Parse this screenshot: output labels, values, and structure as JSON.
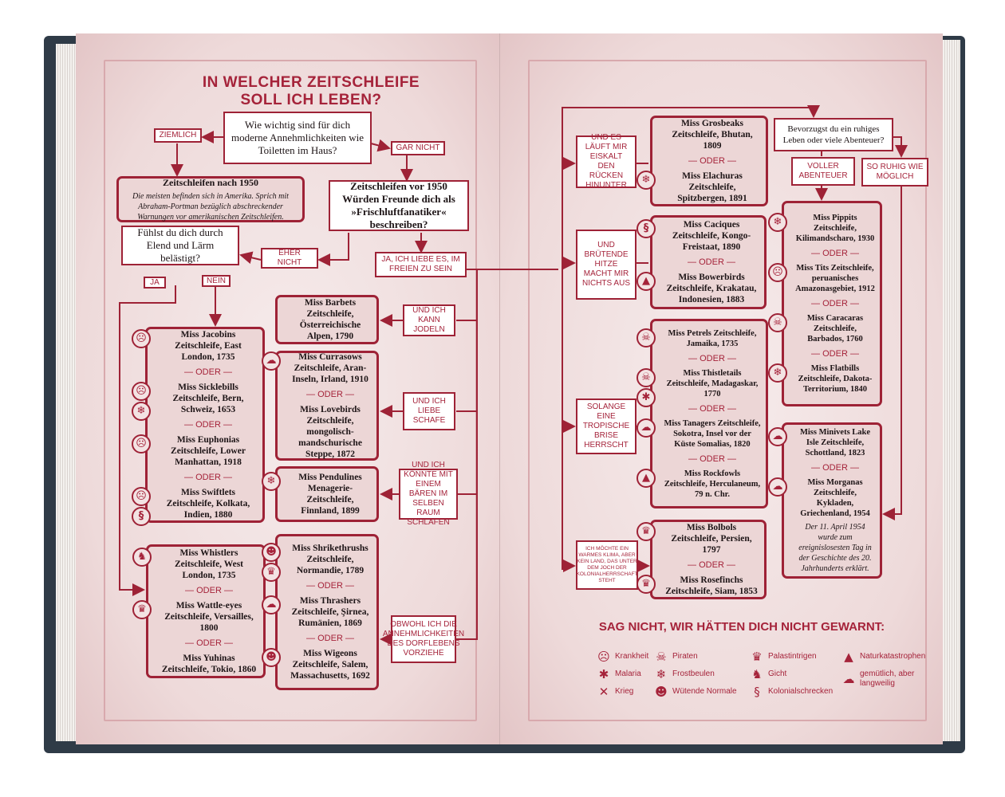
{
  "title": "IN WELCHER ZEITSCHLEIFE SOLL ICH LEBEN?",
  "oder": "— ODER —",
  "left_page": {
    "q1": "Wie wichtig sind für dich moderne Annehmlichkeiten wie Toiletten im Haus?",
    "ziemlich": "Ziemlich",
    "gar_nicht": "Gar nicht",
    "after1950": {
      "title": "Zeitschleifen nach 1950",
      "text": "Die meisten befinden sich in Amerika. Sprich mit Abraham-Portman bezüglich abschreckender Warnungen vor amerikanischen Zeitschleifen."
    },
    "q2": "Zeitschleifen vor 1950 Würden Freunde dich als »Frischluftfanatiker« beschreiben?",
    "eher_nicht": "Eher nicht",
    "ja_liebe": "Ja, ich liebe es, im Freien zu sein",
    "q3": "Fühlst du dich durch Elend und Lärm belästigt?",
    "ja": "Ja",
    "nein": "Nein",
    "jodeln": "Und ich kann jodeln",
    "schafe": "Und ich liebe Schafe",
    "baeren": "Und ich könnte mit einem Bären im selben Raum schlafen",
    "dorf": "Obwohl ich die Annehmlichkeiten des Dorflebens vorziehe",
    "destinations": [
      [
        {
          "text": "Miss Jacobins Zeitschleife, East London, 1735",
          "icons": [
            "krankheit"
          ]
        },
        {
          "text": "Miss Sicklebills Zeitschleife, Bern, Schweiz, 1653",
          "icons": [
            "krankheit",
            "frostbeulen"
          ]
        },
        {
          "text": "Miss Euphonias Zeitschleife, Lower Manhattan, 1918",
          "icons": [
            "krankheit"
          ]
        },
        {
          "text": "Miss Swiftlets Zeitschleife, Kolkata, Indien, 1880",
          "icons": [
            "krankheit",
            "kolonialschrecken"
          ]
        }
      ],
      [
        {
          "text": "Miss Barbets Zeitschleife, Österreichische Alpen, 1790",
          "icons": []
        }
      ],
      [
        {
          "text": "Miss Currasows Zeitschleife, Aran-Inseln, Irland, 1910",
          "icons": [
            "gemuetlich"
          ]
        },
        {
          "text": "Miss Lovebirds Zeitschleife, mongolisch-mandschurische Steppe, 1872",
          "icons": []
        }
      ],
      [
        {
          "text": "Miss Pendulines Menagerie-Zeitschleife, Finnland, 1899",
          "icons": [
            "frostbeulen"
          ]
        }
      ],
      [
        {
          "text": "Miss Whistlers Zeitschleife, West London, 1735",
          "icons": [
            "gicht"
          ]
        },
        {
          "text": "Miss Wattle-eyes Zeitschleife, Versailles, 1800",
          "icons": [
            "palastintrigen"
          ]
        },
        {
          "text": "Miss Yuhinas Zeitschleife, Tokio, 1860",
          "icons": []
        }
      ],
      [
        {
          "text": "Miss Shrikethrushs Zeitschleife, Normandie, 1789",
          "icons": [
            "wuetende",
            "palastintrigen"
          ]
        },
        {
          "text": "Miss Thrashers Zeitschleife, Şirnea, Rumänien, 1869",
          "icons": [
            "gemuetlich"
          ]
        },
        {
          "text": "Miss Wigeons Zeitschleife, Salem, Massachusetts, 1692",
          "icons": [
            "wuetende"
          ]
        }
      ]
    ]
  },
  "right_page": {
    "eiskalt": "Und es läuft mir eiskalt den Rücken hinunter",
    "hitze": "Und brütende Hitze macht mir nichts aus",
    "brise": "Solange eine tropische Brise herrscht",
    "klima": "Ich möchte ein warmes Klima, aber kein Land, das unter dem Joch der Kolonialherrschaft steht",
    "q4": "Bevorzugst du ein ruhiges Leben oder viele Abenteuer?",
    "abenteuer": "Voller Abenteuer",
    "ruhig": "So ruhig wie möglich",
    "destinations": [
      [
        {
          "text": "Miss Grosbeaks Zeitschleife, Bhutan, 1809",
          "icons": []
        },
        {
          "text": "Miss Elachuras Zeitschleife, Spitzbergen, 1891",
          "icons": [
            "frostbeulen"
          ]
        }
      ],
      [
        {
          "text": "Miss Caciques Zeitschleife, Kongo-Freistaat, 1890",
          "icons": [
            "kolonialschrecken"
          ]
        },
        {
          "text": "Miss Bowerbirds Zeitschleife, Krakatau, Indonesien, 1883",
          "icons": [
            "naturkatastrophen"
          ]
        }
      ],
      [
        {
          "text": "Miss Pippits Zeitschleife, Kilimandscharo, 1930",
          "icons": [
            "frostbeulen"
          ]
        },
        {
          "text": "Miss Tits Zeitschleife, peruanisches Amazonasgebiet, 1912",
          "icons": [
            "krankheit"
          ]
        },
        {
          "text": "Miss Caracaras Zeitschleife, Barbados, 1760",
          "icons": [
            "piraten"
          ]
        },
        {
          "text": "Miss Flatbills Zeitschleife, Dakota-Territorium, 1840",
          "icons": [
            "frostbeulen"
          ]
        }
      ],
      [
        {
          "text": "Miss Petrels Zeitschleife, Jamaika, 1735",
          "icons": [
            "piraten"
          ]
        },
        {
          "text": "Miss Thistletails Zeitschleife, Madagaskar, 1770",
          "icons": [
            "piraten",
            "malaria"
          ]
        },
        {
          "text": "Miss Tanagers Zeitschleife, Sokotra, Insel vor der Küste Somalias, 1820",
          "icons": [
            "gemuetlich"
          ]
        },
        {
          "text": "Miss Rockfowls Zeitschleife, Herculaneum, 79 n. Chr.",
          "icons": [
            "naturkatastrophen"
          ]
        }
      ],
      [
        {
          "text": "Miss Minivets Lake Isle Zeitschleife, Schottland, 1823",
          "icons": [
            "gemuetlich"
          ]
        },
        {
          "text": "Miss Morganas Zeitschleife, Kykladen, Griechenland, 1954",
          "icons": [
            "gemuetlich"
          ],
          "note": "Der 11. April 1954 wurde zum ereignislosesten Tag in der Geschichte des 20. Jahrhunderts erklärt."
        }
      ],
      [
        {
          "text": "Miss Bolbols Zeitschleife, Persien, 1797",
          "icons": [
            "palastintrigen"
          ]
        },
        {
          "text": "Miss Rosefinchs Zeitschleife, Siam, 1853",
          "icons": [
            "palastintrigen"
          ]
        }
      ]
    ],
    "warning": {
      "title": "SAG NICHT, WIR HÄTTEN DICH NICHT GEWARNT:",
      "legend": [
        {
          "icon": "krankheit",
          "label": "Krankheit"
        },
        {
          "icon": "malaria",
          "label": "Malaria"
        },
        {
          "icon": "krieg",
          "label": "Krieg"
        },
        {
          "icon": "piraten",
          "label": "Piraten"
        },
        {
          "icon": "frostbeulen",
          "label": "Frostbeulen"
        },
        {
          "icon": "wuetende",
          "label": "Wütende Normale"
        },
        {
          "icon": "palastintrigen",
          "label": "Palastintrigen"
        },
        {
          "icon": "gicht",
          "label": "Gicht"
        },
        {
          "icon": "kolonialschrecken",
          "label": "Kolonialschrecken"
        },
        {
          "icon": "naturkatastrophen",
          "label": "Naturkatastrophen"
        },
        {
          "icon": "gemuetlich",
          "label": "gemütlich, aber langweilig"
        }
      ]
    }
  },
  "colors": {
    "accent": "#9e2236",
    "page": "#f1e2e2",
    "box": "#ecd6d6",
    "cover": "#2f3b47"
  }
}
